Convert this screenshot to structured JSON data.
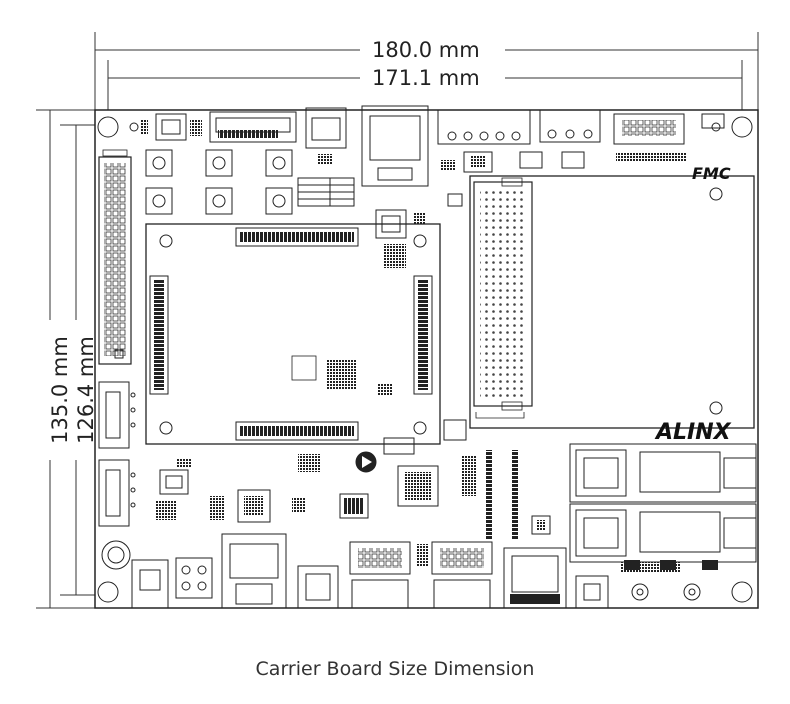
{
  "dimensions": {
    "overall_width": "180.0 mm",
    "inner_width": "171.1 mm",
    "overall_height": "135.0 mm",
    "inner_height": "126.4 mm"
  },
  "board": {
    "fmc_logo": "FMC",
    "brand_logo": "ALINX"
  },
  "caption": "Carrier Board Size Dimension",
  "colors": {
    "line": "#222222",
    "board": "#ffffff"
  }
}
